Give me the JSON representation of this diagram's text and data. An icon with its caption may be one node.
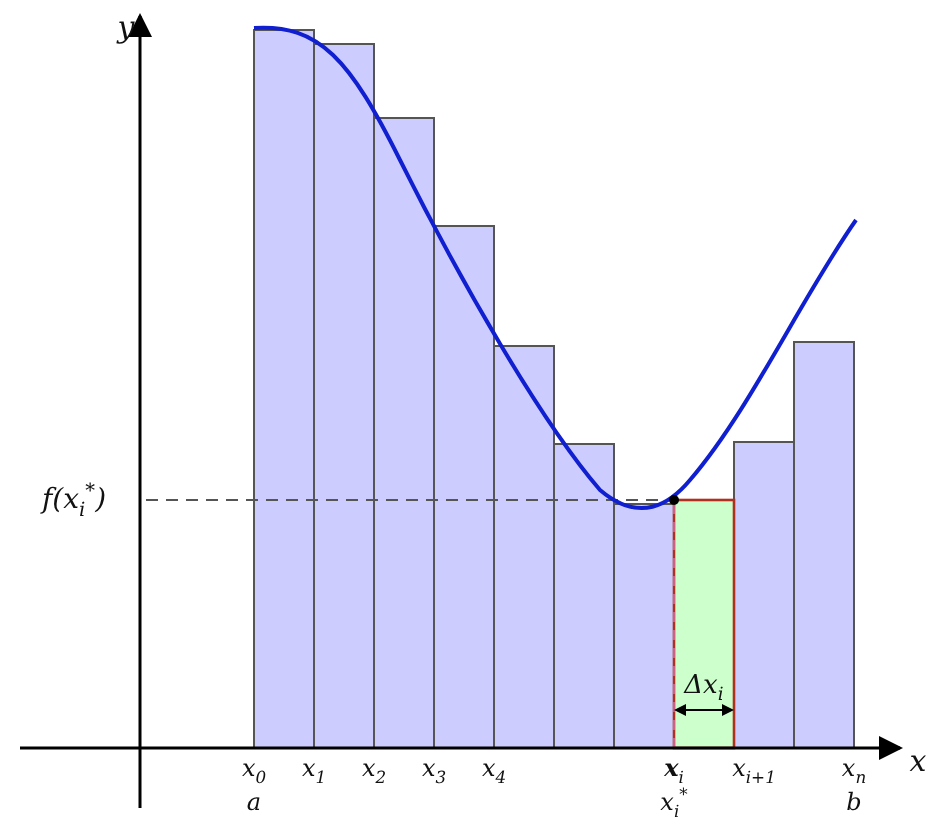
{
  "diagram": {
    "labels": [
      "y",
      "f(x$_{i}$$^{*}$)",
      "Δx$_{i}$",
      "x$_{0}$",
      "x$_{1}$",
      "x$_{2}$",
      "x$_{3}$",
      "x$_{4}$",
      "**x**$_{i}$",
      "x$_{i+1}$",
      "x$_{n}$",
      "x",
      "a",
      "x$_{i}$$^{*}$",
      "b"
    ]
  }
}
